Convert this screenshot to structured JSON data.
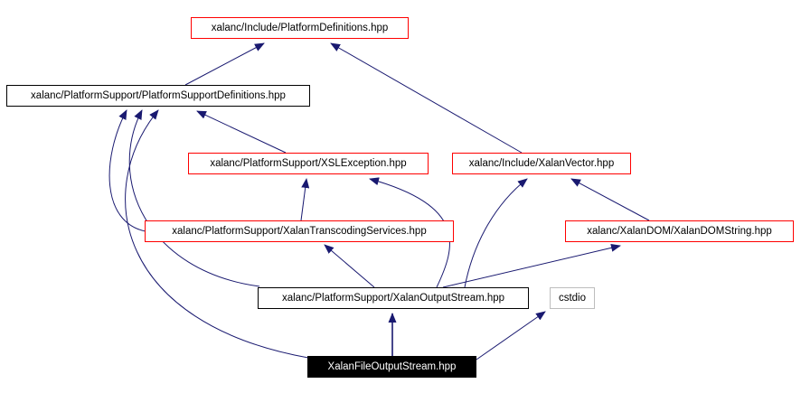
{
  "diagram": {
    "type": "include-dependency-graph",
    "current_file": "XalanFileOutputStream.hpp",
    "colors": {
      "background": "#ffffff",
      "edge": "#191970",
      "node_border_red": "#ff0000",
      "node_border_black": "#000000",
      "node_border_gray": "#bdbdbd",
      "current_node_bg": "#000000",
      "current_node_text": "#ffffff"
    },
    "nodes": [
      {
        "id": "platform-definitions",
        "label": "xalanc/Include/PlatformDefinitions.hpp"
      },
      {
        "id": "platform-support-definitions",
        "label": "xalanc/PlatformSupport/PlatformSupportDefinitions.hpp"
      },
      {
        "id": "xsl-exception",
        "label": "xalanc/PlatformSupport/XSLException.hpp"
      },
      {
        "id": "xalan-vector",
        "label": "xalanc/Include/XalanVector.hpp"
      },
      {
        "id": "xalan-transcoding-services",
        "label": "xalanc/PlatformSupport/XalanTranscodingServices.hpp"
      },
      {
        "id": "xalan-dom-string",
        "label": "xalanc/XalanDOM/XalanDOMString.hpp"
      },
      {
        "id": "xalan-output-stream",
        "label": "xalanc/PlatformSupport/XalanOutputStream.hpp"
      },
      {
        "id": "cstdio",
        "label": "cstdio"
      },
      {
        "id": "xalan-file-output-stream",
        "label": "XalanFileOutputStream.hpp"
      }
    ],
    "edges": [
      {
        "from": "platform-support-definitions",
        "to": "platform-definitions"
      },
      {
        "from": "xalan-vector",
        "to": "platform-definitions"
      },
      {
        "from": "xsl-exception",
        "to": "platform-support-definitions"
      },
      {
        "from": "xalan-transcoding-services",
        "to": "platform-support-definitions"
      },
      {
        "from": "xalan-output-stream",
        "to": "platform-support-definitions"
      },
      {
        "from": "xalan-file-output-stream",
        "to": "platform-support-definitions"
      },
      {
        "from": "xalan-transcoding-services",
        "to": "xsl-exception"
      },
      {
        "from": "xalan-output-stream",
        "to": "xsl-exception"
      },
      {
        "from": "xalan-dom-string",
        "to": "xalan-vector"
      },
      {
        "from": "xalan-output-stream",
        "to": "xalan-vector"
      },
      {
        "from": "xalan-output-stream",
        "to": "xalan-transcoding-services"
      },
      {
        "from": "xalan-output-stream",
        "to": "xalan-dom-string"
      },
      {
        "from": "xalan-file-output-stream",
        "to": "xalan-output-stream"
      },
      {
        "from": "xalan-file-output-stream",
        "to": "cstdio"
      }
    ]
  }
}
